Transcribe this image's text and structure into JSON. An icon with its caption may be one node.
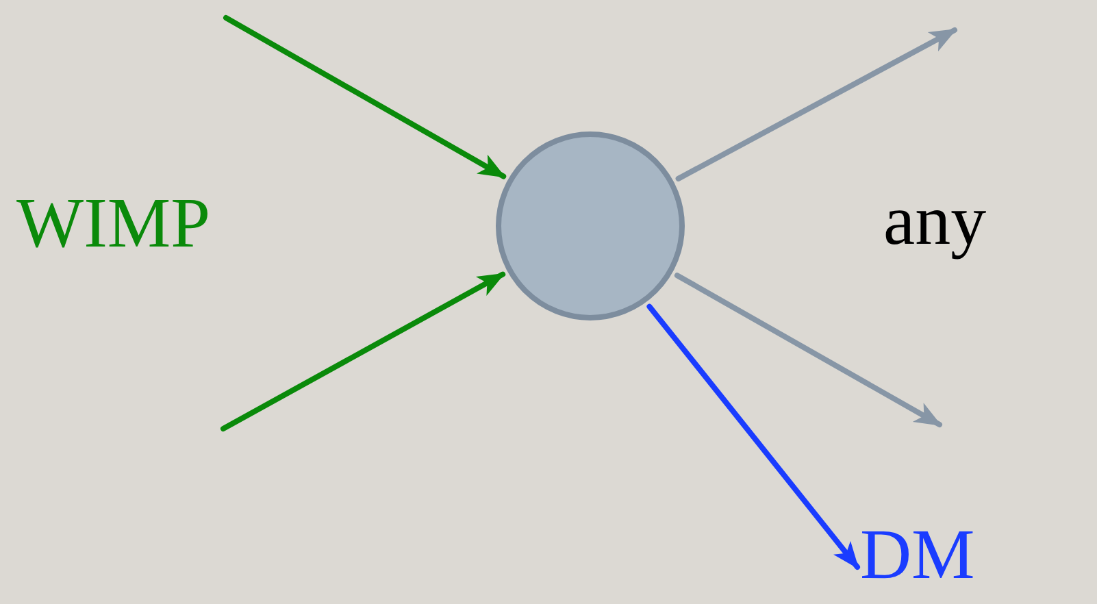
{
  "diagram": {
    "nodes": [
      {
        "text": [],
        "shape": "circle"
      },
      {
        "text": [
          "DM"
        ]
      }
    ],
    "edges": [
      {
        "from": null,
        "to": 0,
        "arrow": "to",
        "color": "#0a8a0a"
      },
      {
        "from": null,
        "to": 0,
        "arrow": "to",
        "color": "#0a8a0a"
      },
      {
        "from": 0,
        "to": null,
        "arrow": "to",
        "color": "#8796a6"
      },
      {
        "from": 0,
        "to": null,
        "arrow": "to",
        "color": "#8796a6"
      },
      {
        "from": 0,
        "to": 1,
        "arrow": "to",
        "color": "#1a3cff"
      }
    ],
    "labels": [
      "WIMP",
      "any"
    ]
  }
}
